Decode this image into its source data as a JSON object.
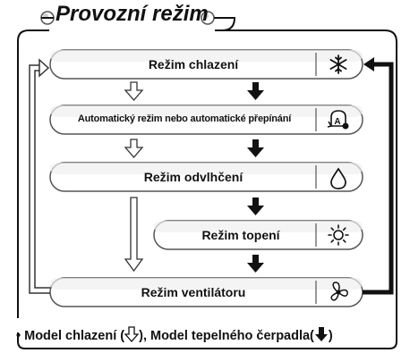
{
  "title": "Provozní režim",
  "modes": {
    "cooling": {
      "label": "Režim chlazení",
      "icon": "snowflake-icon"
    },
    "auto": {
      "label": "Automatický režim nebo automatické přepínání",
      "icon": "auto-mode-icon",
      "icon_text": "A"
    },
    "dry": {
      "label": "Režim odvlhčení",
      "icon": "water-drop-icon"
    },
    "heat": {
      "label": "Režim topení",
      "icon": "sun-icon"
    },
    "fan": {
      "label": "Režim ventilátoru",
      "icon": "fan-icon"
    }
  },
  "legend": {
    "bullet": "•",
    "cooling_model": "Model chlazení (",
    "heat_pump_model": "), Model tepelného čerpadla(",
    "close": ")",
    "cooling_arrow": "hollow-arrow-icon",
    "heat_pump_arrow": "solid-arrow-icon"
  }
}
